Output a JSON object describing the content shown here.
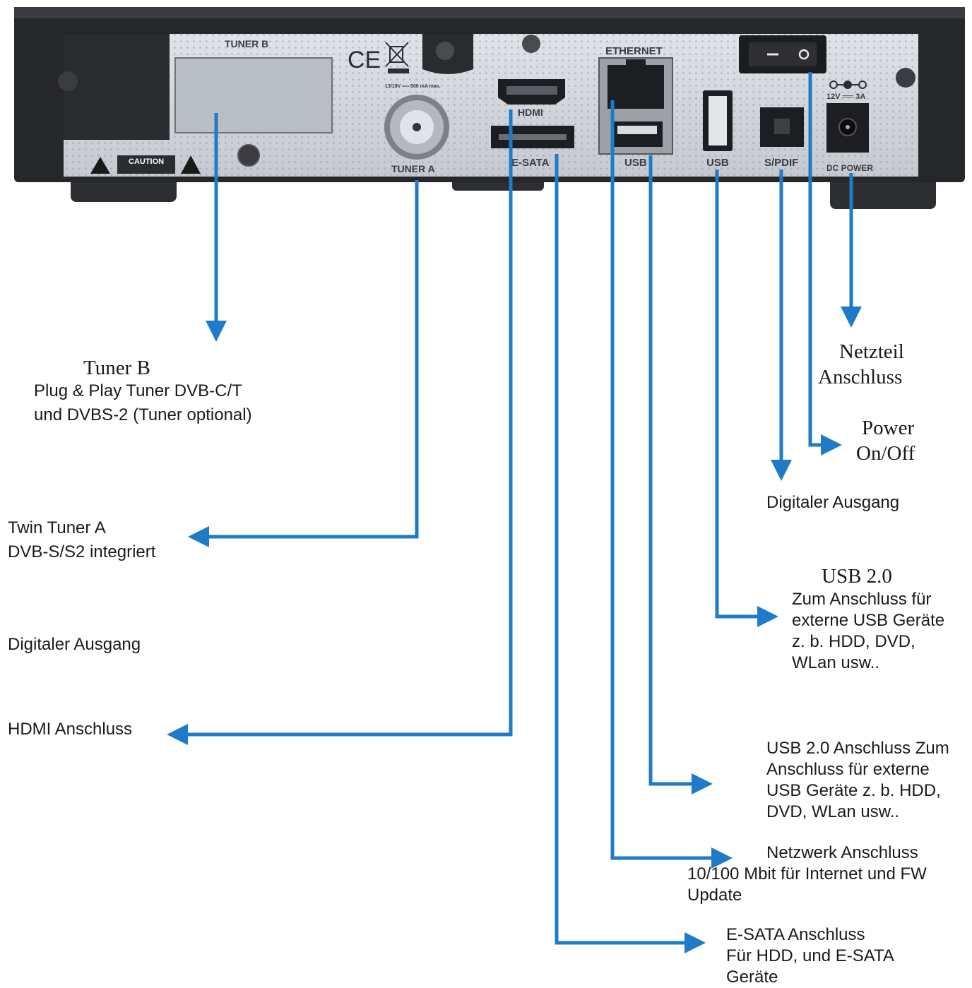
{
  "device": {
    "tuner_b": "TUNER B",
    "tuner_a": "TUNER A",
    "hdmi": "HDMI",
    "esata": "E-SATA",
    "ethernet": "ETHERNET",
    "usb_lower": "USB",
    "usb_side": "USB",
    "spdif": "S/PDIF",
    "dc_power": "DC POWER",
    "dc_rating": "12V ══ 3A",
    "caution": "CAUTION",
    "lnb_rating": "13/18V ══ 500 mA max."
  },
  "labels": {
    "tuner_b": {
      "title": "Tuner B",
      "line1": "Plug & Play Tuner DVB-C/T",
      "line2": "und DVBS-2 (Tuner optional)"
    },
    "twin_tuner_a": {
      "line1": "Twin Tuner A",
      "line2": "DVB-S/S2 integriert"
    },
    "digital_out_left": "Digitaler Ausgang",
    "hdmi": "HDMI Anschluss",
    "netzteil": {
      "line1": "Netzteil",
      "line2": "Anschluss"
    },
    "power": {
      "line1": "Power",
      "line2": "On/Off"
    },
    "digital_out_right": "Digitaler Ausgang",
    "usb_top": {
      "title": "USB 2.0",
      "line1": "Zum Anschluss für",
      "line2": "externe USB Geräte",
      "line3": "z. b. HDD, DVD,",
      "line4": "WLan usw.."
    },
    "usb_bottom": {
      "line1": "USB 2.0 Anschluss Zum",
      "line2": "Anschluss für externe",
      "line3": "USB Geräte z. b. HDD,",
      "line4": "DVD, WLan usw.."
    },
    "network": {
      "line1": "Netzwerk Anschluss",
      "line2": "10/100 Mbit für Internet und FW",
      "line3": "Update"
    },
    "esata": {
      "line1": "E-SATA Anschluss",
      "line2": "Für HDD, und E-SATA",
      "line3": "Geräte"
    }
  },
  "colors": {
    "arrow": "#1f7bc8",
    "chassis": "#26272b",
    "panel": "#d3d6dc"
  }
}
